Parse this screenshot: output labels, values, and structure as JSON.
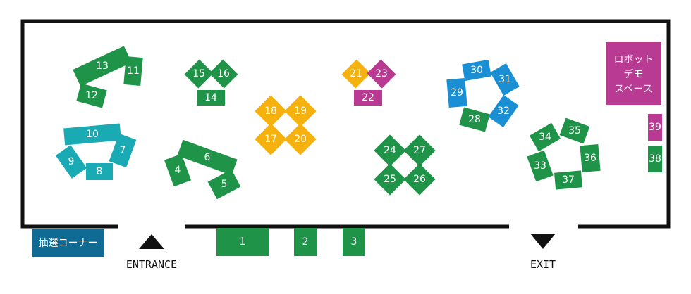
{
  "colors": {
    "green": "#1f9448",
    "cyan": "#1aaab4",
    "orange": "#f5b20e",
    "magenta": "#b83a93",
    "blue": "#1a8fd4",
    "navy": "#0f6b94",
    "wall": "#111111"
  },
  "special_areas": {
    "robot_demo": {
      "lines": [
        "ロボット",
        "デモ",
        "スペース"
      ]
    },
    "lottery_corner": {
      "label": "抽選コーナー"
    }
  },
  "doors": {
    "entrance": {
      "label": "ENTRANCE",
      "icon": "triangle-up-icon"
    },
    "exit": {
      "label": "EXIT",
      "icon": "triangle-down-icon"
    }
  },
  "booths": [
    {
      "id": "1",
      "color": "green"
    },
    {
      "id": "2",
      "color": "green"
    },
    {
      "id": "3",
      "color": "green"
    },
    {
      "id": "4",
      "color": "green"
    },
    {
      "id": "5",
      "color": "green"
    },
    {
      "id": "6",
      "color": "green"
    },
    {
      "id": "7",
      "color": "cyan"
    },
    {
      "id": "8",
      "color": "cyan"
    },
    {
      "id": "9",
      "color": "cyan"
    },
    {
      "id": "10",
      "color": "cyan"
    },
    {
      "id": "11",
      "color": "green"
    },
    {
      "id": "12",
      "color": "green"
    },
    {
      "id": "13",
      "color": "green"
    },
    {
      "id": "14",
      "color": "green"
    },
    {
      "id": "15",
      "color": "green"
    },
    {
      "id": "16",
      "color": "green"
    },
    {
      "id": "17",
      "color": "orange"
    },
    {
      "id": "18",
      "color": "orange"
    },
    {
      "id": "19",
      "color": "orange"
    },
    {
      "id": "20",
      "color": "orange"
    },
    {
      "id": "21",
      "color": "orange"
    },
    {
      "id": "22",
      "color": "magenta"
    },
    {
      "id": "23",
      "color": "magenta"
    },
    {
      "id": "24",
      "color": "green"
    },
    {
      "id": "25",
      "color": "green"
    },
    {
      "id": "26",
      "color": "green"
    },
    {
      "id": "27",
      "color": "green"
    },
    {
      "id": "28",
      "color": "green"
    },
    {
      "id": "29",
      "color": "blue"
    },
    {
      "id": "30",
      "color": "blue"
    },
    {
      "id": "31",
      "color": "blue"
    },
    {
      "id": "32",
      "color": "blue"
    },
    {
      "id": "33",
      "color": "green"
    },
    {
      "id": "34",
      "color": "green"
    },
    {
      "id": "35",
      "color": "green"
    },
    {
      "id": "36",
      "color": "green"
    },
    {
      "id": "37",
      "color": "green"
    },
    {
      "id": "38",
      "color": "green"
    },
    {
      "id": "39",
      "color": "magenta"
    }
  ]
}
